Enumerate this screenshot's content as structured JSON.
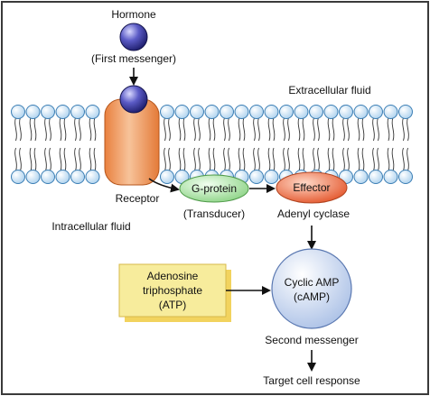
{
  "labels": {
    "hormone": "Hormone",
    "first_messenger": "(First messenger)",
    "extracellular_fluid": "Extracellular fluid",
    "receptor": "Receptor",
    "g_protein": "G-protein",
    "transducer": "(Transducer)",
    "effector": "Effector",
    "adenyl_cyclase": "Adenyl cyclase",
    "intracellular_fluid": "Intracellular fluid",
    "atp_line1": "Adenosine",
    "atp_line2": "triphosphate",
    "atp_line3": "(ATP)",
    "camp_line1": "Cyclic AMP",
    "camp_line2": "(cAMP)",
    "second_messenger": "Second messenger",
    "target_cell_response": "Target cell response"
  },
  "colors": {
    "frame": "#3a3a3a",
    "phospholipid_head": "#cfe6f7",
    "phospholipid_head_stroke": "#3c7fb5",
    "receptor": "#f2a36a",
    "hormone": "#2a2a8c",
    "g_protein": "#b9e8b2",
    "effector": "#f08059",
    "camp": "#d7e3f7",
    "atp_box": "#f7ec9c"
  }
}
